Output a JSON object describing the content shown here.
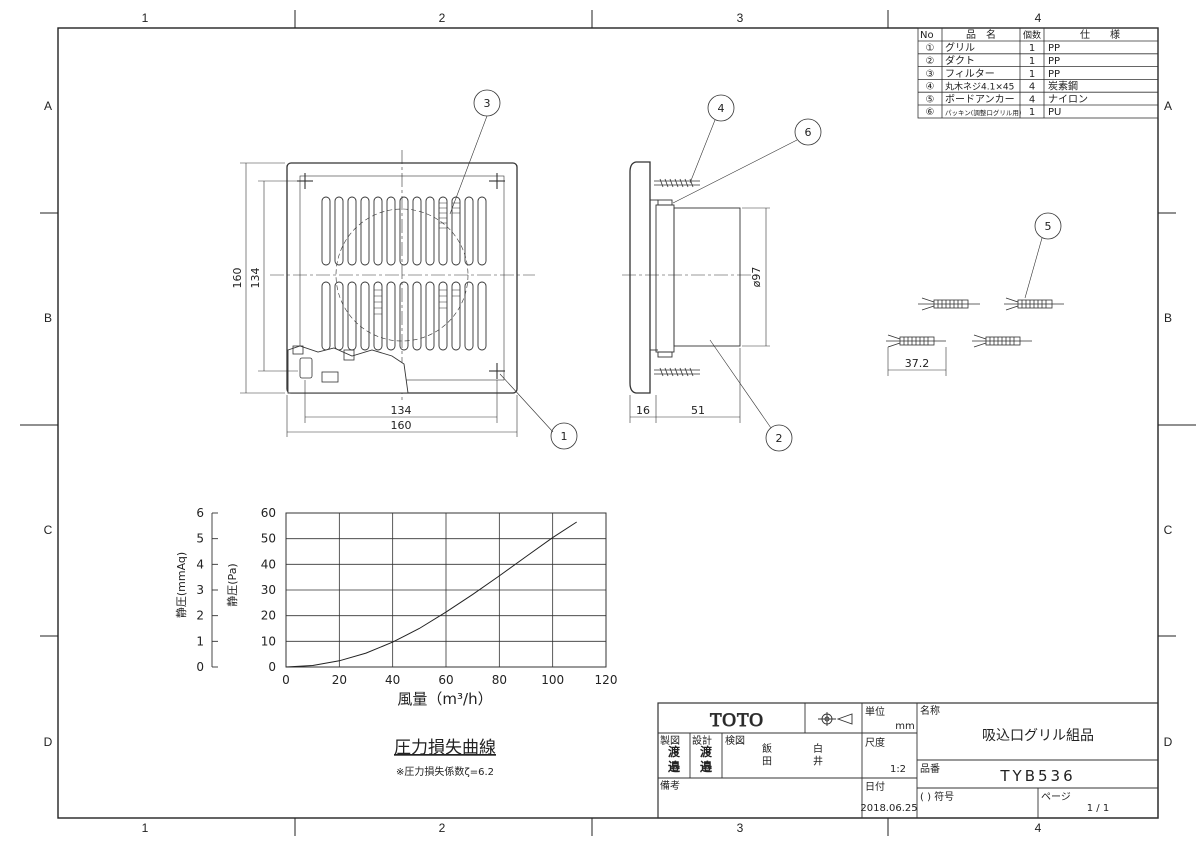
{
  "frame": {
    "col_labels": [
      "1",
      "2",
      "3",
      "4"
    ],
    "row_labels": [
      "A",
      "B",
      "C",
      "D"
    ]
  },
  "parts_table": {
    "headers": [
      "No",
      "品　名",
      "個数",
      "仕　　様"
    ],
    "rows": [
      {
        "no": "①",
        "name": "グリル",
        "qty": "1",
        "spec": "PP"
      },
      {
        "no": "②",
        "name": "ダクト",
        "qty": "1",
        "spec": "PP"
      },
      {
        "no": "③",
        "name": "フィルター",
        "qty": "1",
        "spec": "PP"
      },
      {
        "no": "④",
        "name": "丸木ネジ4.1×45",
        "qty": "4",
        "spec": "炭素鋼"
      },
      {
        "no": "⑤",
        "name": "ボードアンカー",
        "qty": "4",
        "spec": "ナイロン"
      },
      {
        "no": "⑥",
        "name": "パッキン(調整口グリル用)",
        "qty": "1",
        "spec": "PU"
      }
    ]
  },
  "front_view": {
    "dim_outer_h": "160",
    "dim_inner_h": "134",
    "dim_inner_w": "134",
    "dim_outer_w": "160",
    "balloon_1": "1",
    "balloon_3": "3"
  },
  "side_view": {
    "dim_diameter": "ø97",
    "dim_flange": "16",
    "dim_depth": "51",
    "balloon_2": "2",
    "balloon_4": "4",
    "balloon_6": "6"
  },
  "anchor_view": {
    "dim_length": "37.2",
    "balloon_5": "5"
  },
  "chart_data": {
    "type": "line",
    "title": "圧力損失曲線",
    "note": "※圧力損失係数ζ=6.2",
    "xlabel": "風量（m³/h）",
    "ylabel_left": "静圧(mmAq)",
    "ylabel_right": "静圧(Pa)",
    "x_ticks": [
      "0",
      "20",
      "40",
      "60",
      "80",
      "100",
      "120"
    ],
    "y_ticks_pa": [
      "0",
      "10",
      "20",
      "30",
      "40",
      "50",
      "60"
    ],
    "y_ticks_mmaq": [
      "0",
      "1",
      "2",
      "3",
      "4",
      "5",
      "6"
    ],
    "xlim": [
      0,
      120
    ],
    "ylim_pa": [
      0,
      60
    ],
    "ylim_mmaq": [
      0,
      6
    ],
    "series": [
      {
        "x": [
          0,
          10,
          20,
          30,
          40,
          50,
          60,
          70,
          80,
          90,
          100,
          109
        ],
        "y": [
          0,
          0.6,
          2.4,
          5.4,
          9.7,
          15.0,
          21.4,
          28.3,
          35.5,
          43.0,
          50.4,
          56.5
        ]
      }
    ]
  },
  "title_block": {
    "brand": "TOTO",
    "unit_label": "単位",
    "unit_value": "mm",
    "scale_label": "尺度",
    "scale_value": "1:2",
    "date_label": "日付",
    "date_value": "2018.06.25",
    "name_label": "名称",
    "name_value": "吸込口グリル組品",
    "part_label": "品番",
    "part_value": "TYB536",
    "symbol_label": "( ) 符号",
    "page_label": "ページ",
    "page_value": "1 / 1",
    "drafter_label": "製図",
    "designer_label": "設計",
    "checker_label": "検図",
    "drafter_name": "渡\n邉",
    "designer_name": "渡\n邉",
    "checker_name_1": "飯\n田",
    "checker_name_2": "白\n井",
    "remarks_label": "備考"
  }
}
